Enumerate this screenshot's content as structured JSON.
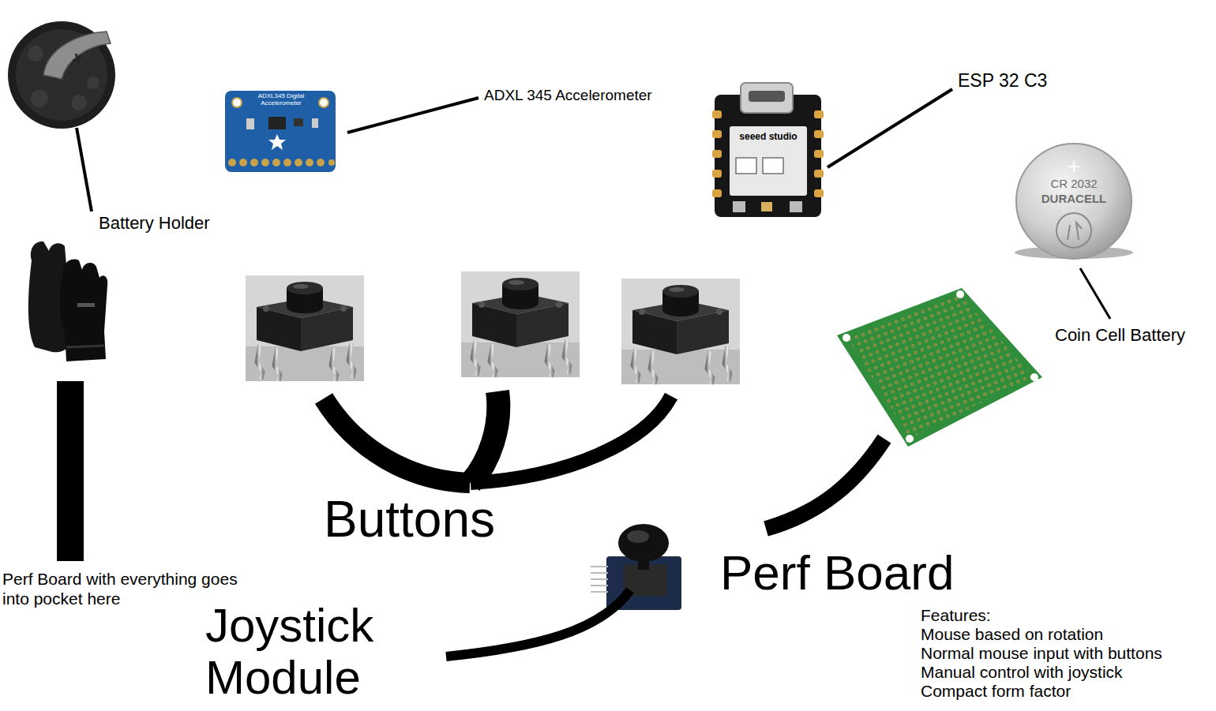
{
  "diagram": {
    "labels": [
      "Battery Holder",
      "ADXL 345 Accelerometer",
      "ADXL345 Digital Accelerometer",
      "ESP 32 C3",
      "seeed studio",
      "CR 2032",
      "DURACELL",
      "Coin Cell Battery",
      "Buttons",
      "Perf Board",
      "Perf Board with everything goes into pocket here",
      "Joystick Module",
      "Features:",
      "Mouse based on rotation",
      "Normal mouse input with buttons",
      "Manual control with joystick",
      "Compact form factor"
    ]
  }
}
